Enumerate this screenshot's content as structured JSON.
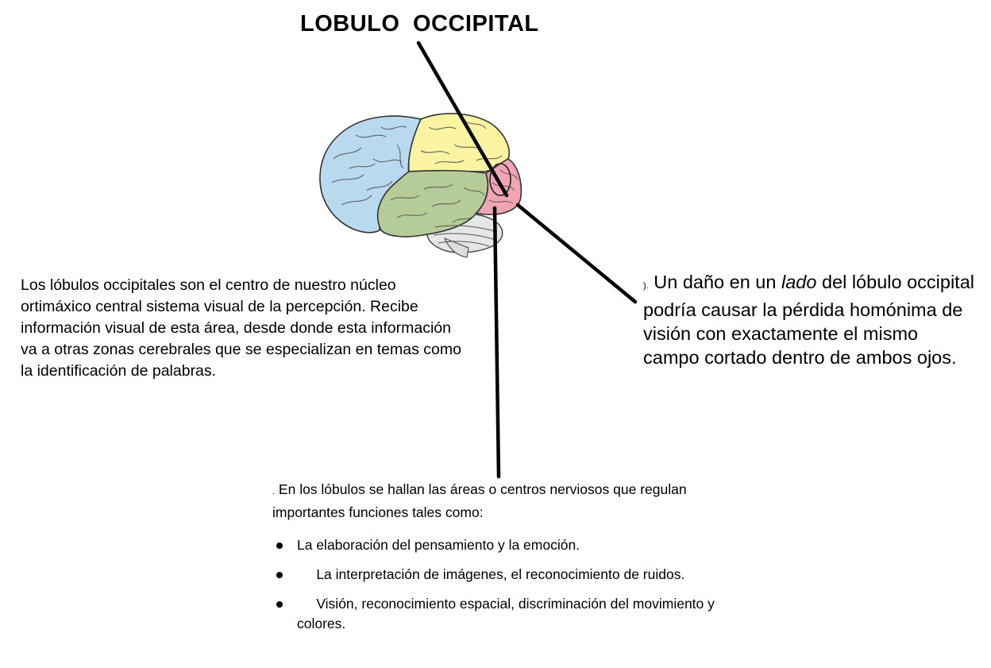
{
  "title": "LOBULO  OCCIPITAL",
  "left_text": "Los lóbulos occipitales son el centro de nuestro núcleo ortimáxico central sistema visual de la percepción. Recibe información visual de esta área, desde donde esta información va a otras zonas cerebrales que se especializan en temas como la identificación de palabras.",
  "right_text": {
    "lead": ").",
    "part1": " Un daño en un ",
    "italic": "lado",
    "part2": "  del lóbulo occipital podría causar la pérdida homónima de visión con exactamente el mismo campo cortado dentro de ambos ojos."
  },
  "bottom": {
    "lead": ".",
    "intro": " En los lóbulos se hallan las áreas o centros nerviosos que regulan importantes funciones tales como:",
    "bullets": [
      "La elaboración del pensamiento y la emoción.",
      "La interpretación de imágenes, el reconocimiento de ruidos.",
      "Visión, reconocimiento espacial, discriminación del movimiento y colores."
    ]
  },
  "colors": {
    "frontal": "#b9d9ef",
    "parietal": "#f9f3a2",
    "temporal": "#b6cc98",
    "occipital": "#f1a5b4",
    "cerebellum": "#e6e6e6"
  }
}
